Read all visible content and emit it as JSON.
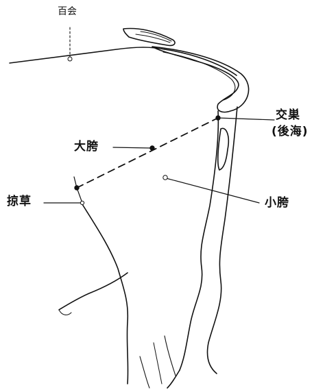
{
  "labels": {
    "baihui": "百会",
    "jiaochao_line1": "交巣",
    "jiaochao_line2": "(後海)",
    "dakua": "大胯",
    "xiaokua": "小胯",
    "liancao": "掠草"
  },
  "colors": {
    "ink": "#111111",
    "background": "#ffffff"
  }
}
